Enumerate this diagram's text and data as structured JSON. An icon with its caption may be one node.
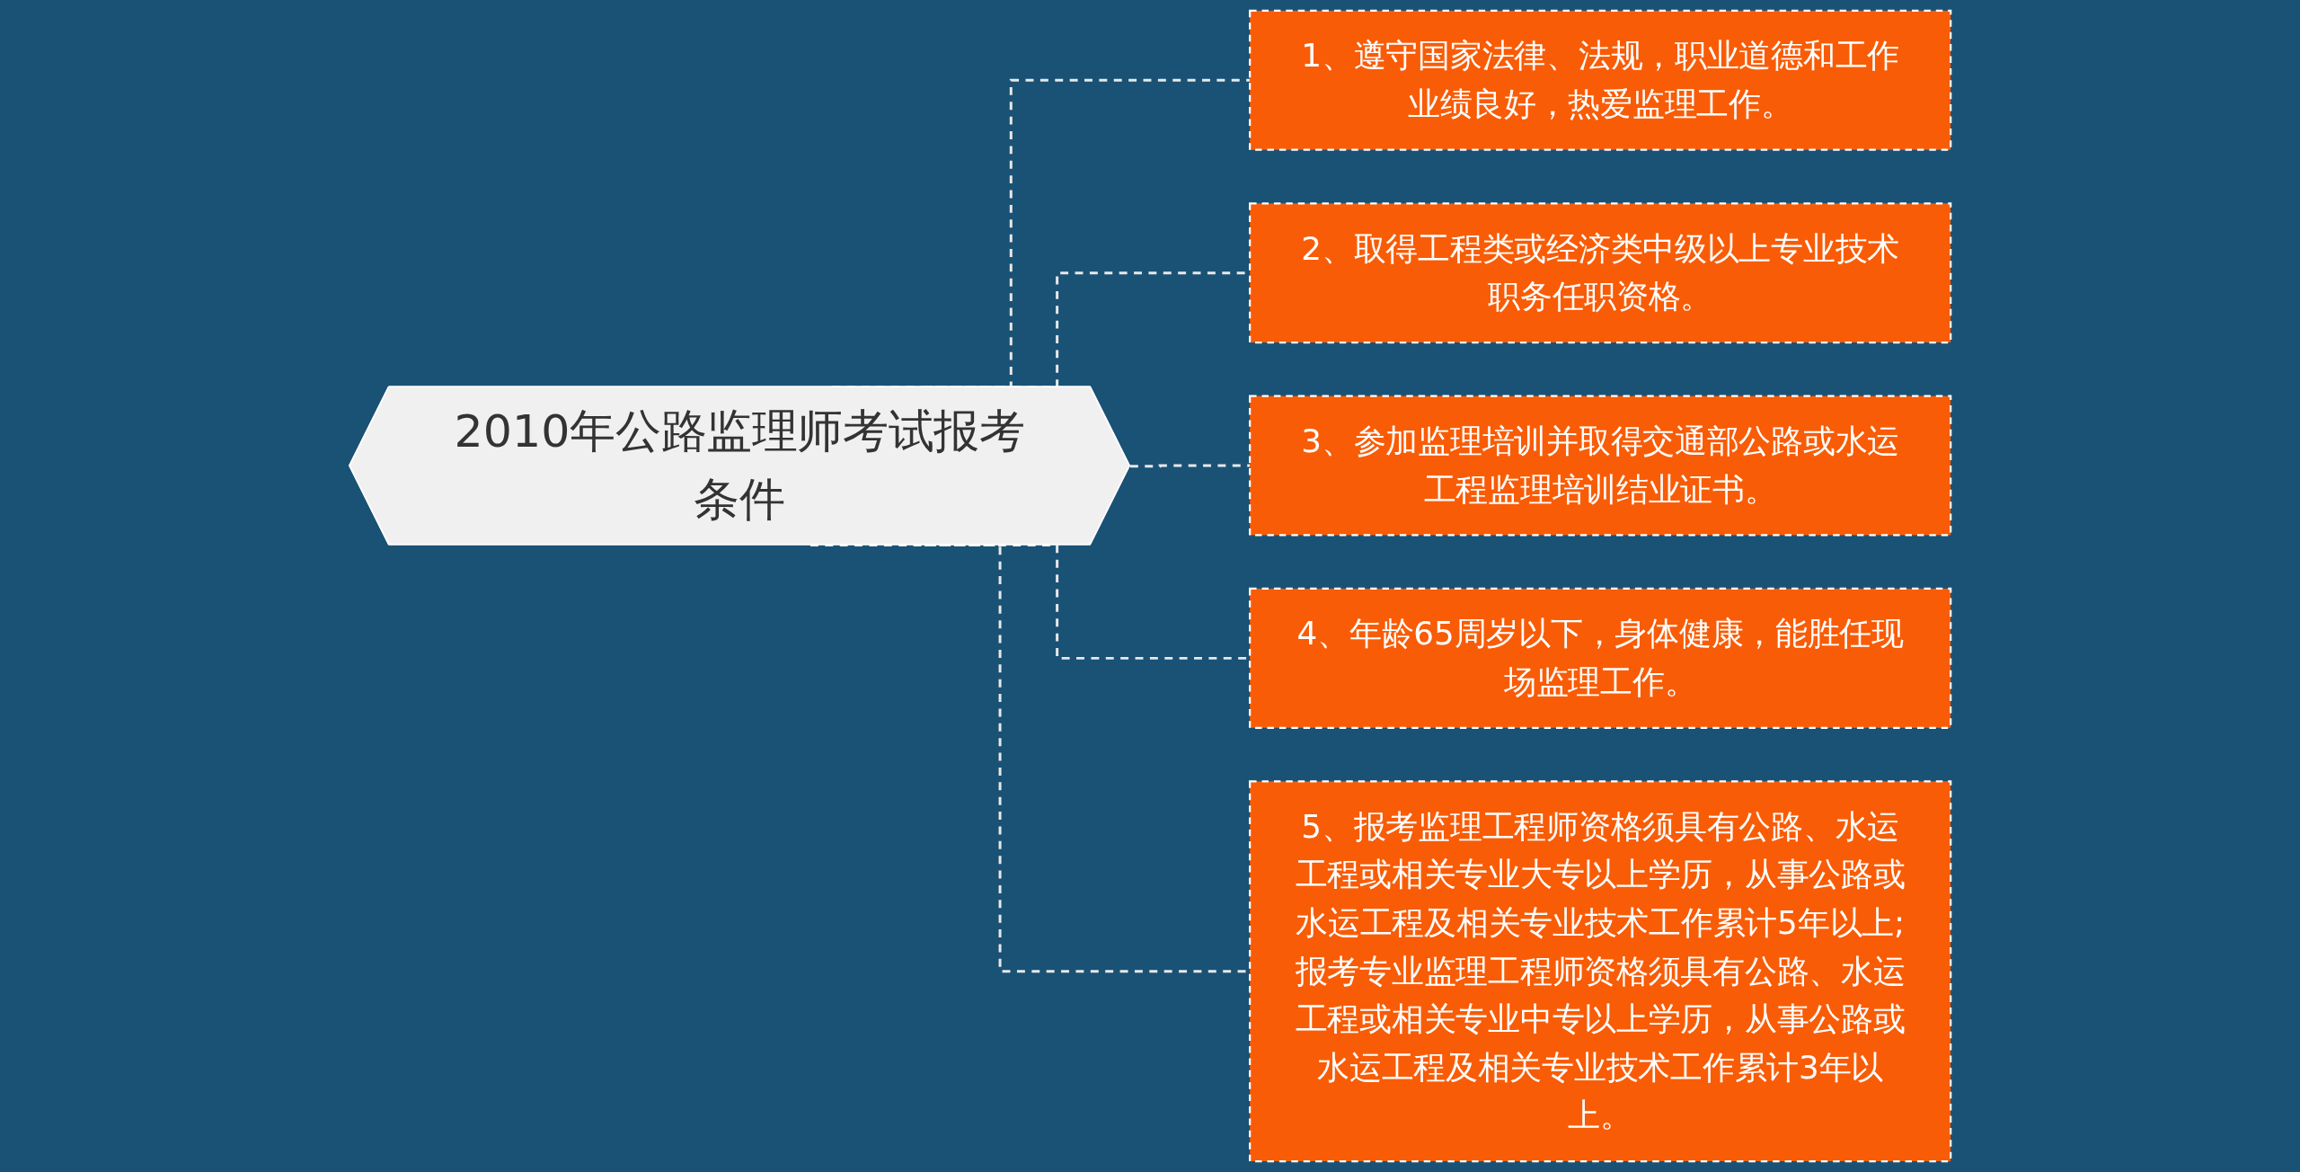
{
  "diagram": {
    "nodes": [
      {
        "text": [
          "2010年公路监理师考试报考条件"
        ]
      },
      {
        "text": [
          "1、遵守国家法律、法规，职业道德和工作业绩良好，热爱监理工作。"
        ]
      },
      {
        "text": [
          "2、取得工程类或经济类中级以上专业技术职务任职资格。"
        ]
      },
      {
        "text": [
          "3、参加监理培训并取得交通部公路或水运工程监理培训结业证书。"
        ]
      },
      {
        "text": [
          "4、年龄65周岁以下，身体健康，能胜任现场监理工作。"
        ]
      },
      {
        "text": [
          "5、报考监理工程师资格须具有公路、水运工程或相关专业大专以上学历，从事公路或水运工程及相关专业技术工作累计5年以上;报考专业监理工程师资格须具有公路、水运工程或相关专业中专以上学历，从事公路或水运工程及相关专业技术工作累计3年以上。"
        ]
      }
    ],
    "edges": [
      {
        "from": 0,
        "to": 1,
        "arrow": "none",
        "style": "dashed"
      },
      {
        "from": 0,
        "to": 2,
        "arrow": "none",
        "style": "dashed"
      },
      {
        "from": 0,
        "to": 3,
        "arrow": "none",
        "style": "dashed"
      },
      {
        "from": 0,
        "to": 4,
        "arrow": "none",
        "style": "dashed"
      },
      {
        "from": 0,
        "to": 5,
        "arrow": "none",
        "style": "dashed"
      }
    ]
  }
}
